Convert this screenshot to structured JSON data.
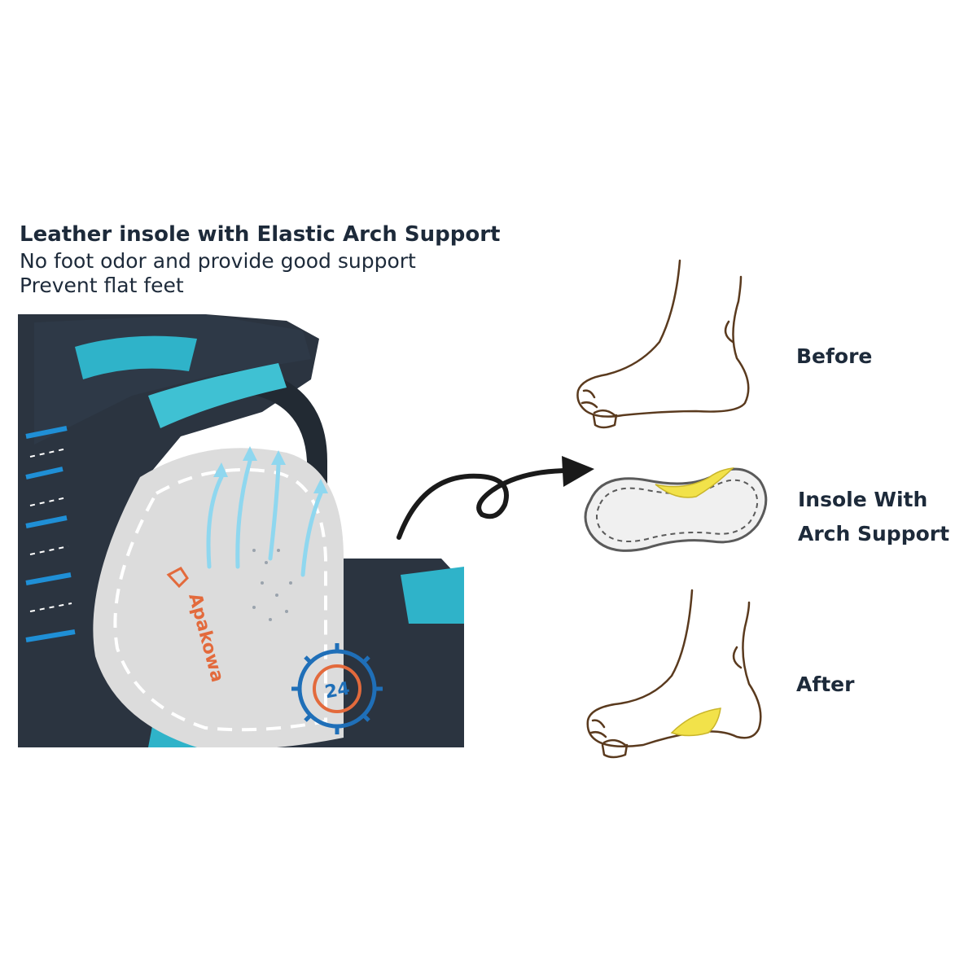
{
  "header": {
    "headline": "Leather insole with Elastic Arch Support",
    "line1": "No foot odor and provide good support",
    "line2": "Prevent flat feet"
  },
  "insole_print": {
    "brand": "Apakowa",
    "size": "24"
  },
  "labels": {
    "before": "Before",
    "insole": "Insole With Arch Support",
    "after": "After"
  },
  "colors": {
    "text": "#1d2a3a",
    "sandal_dark": "#2b3440",
    "sandal_teal": "#2fb3c9",
    "insole_gray": "#dcdcdc",
    "arch_yellow": "#f2e24a",
    "print_blue": "#1f6fb8",
    "print_orange": "#e36a3c"
  }
}
